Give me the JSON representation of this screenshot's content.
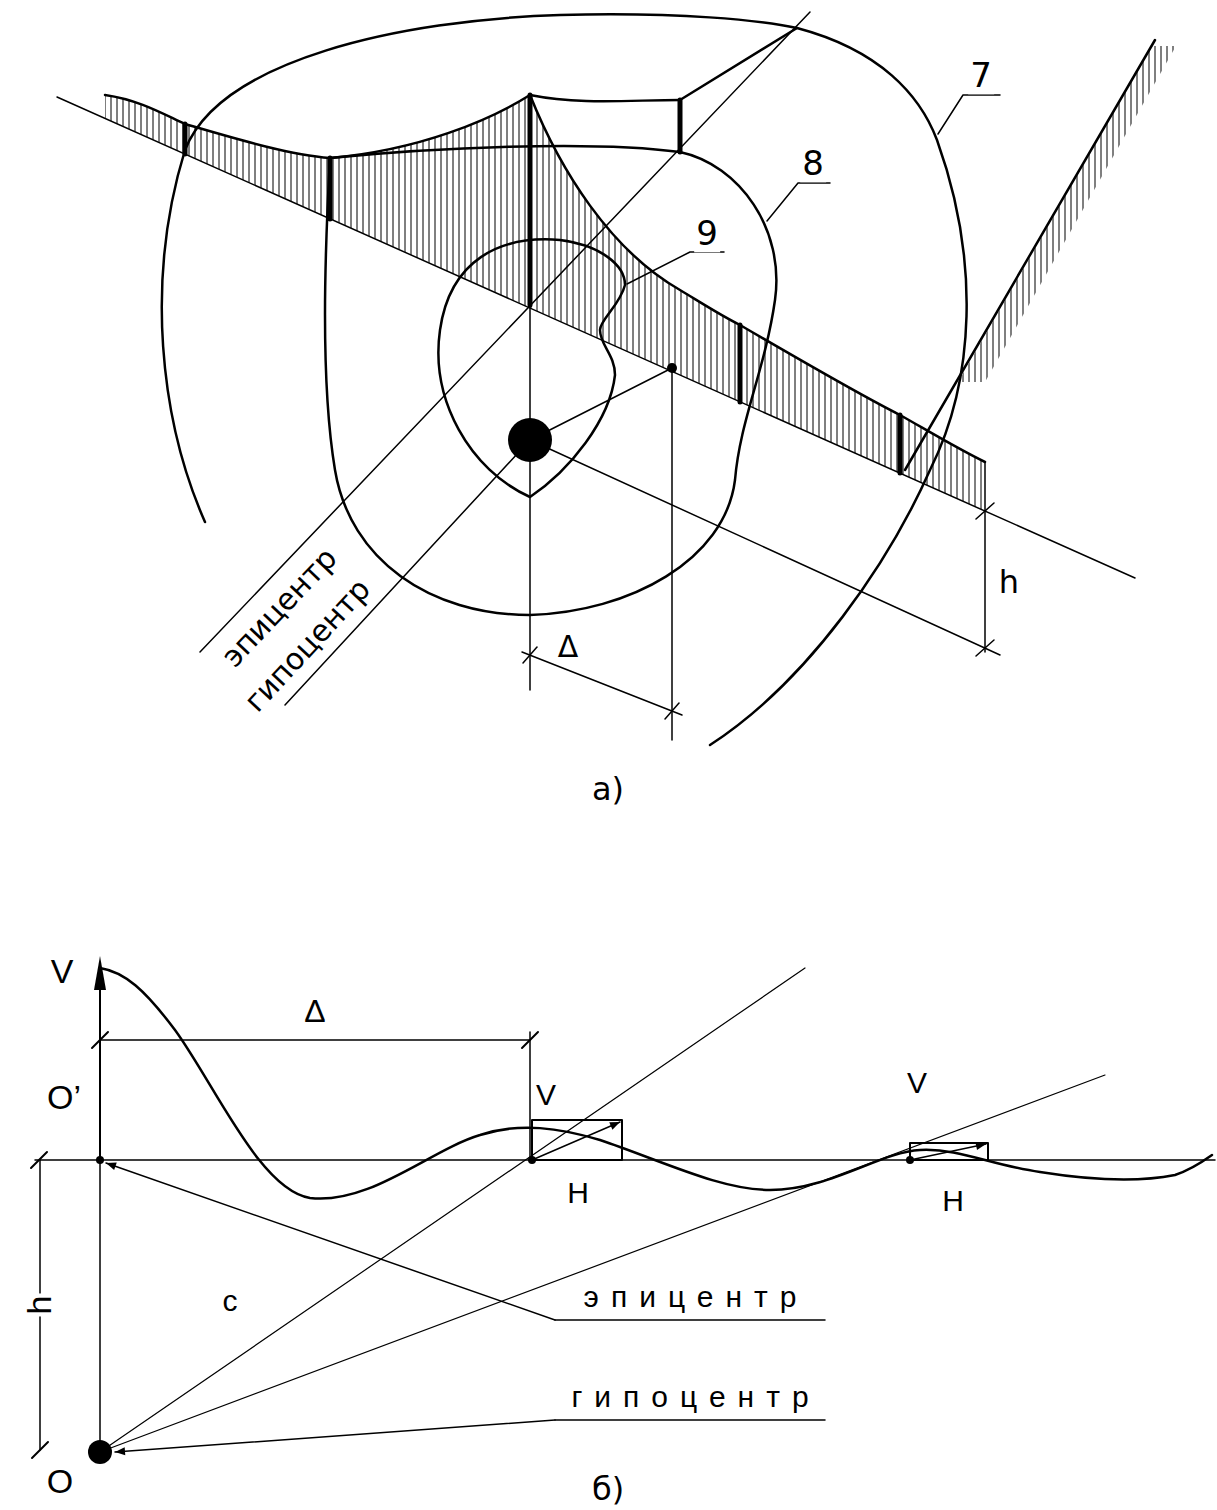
{
  "diagram": {
    "labels": [
      "7",
      "8",
      "9",
      "эпицентр",
      "гипоцентр",
      "Δ",
      "h",
      "а)",
      "V",
      "Δ",
      "O’",
      "V",
      "H",
      "V",
      "H",
      "c",
      "h",
      "эпицентр",
      "гипоцентр",
      "O",
      "б)"
    ]
  }
}
